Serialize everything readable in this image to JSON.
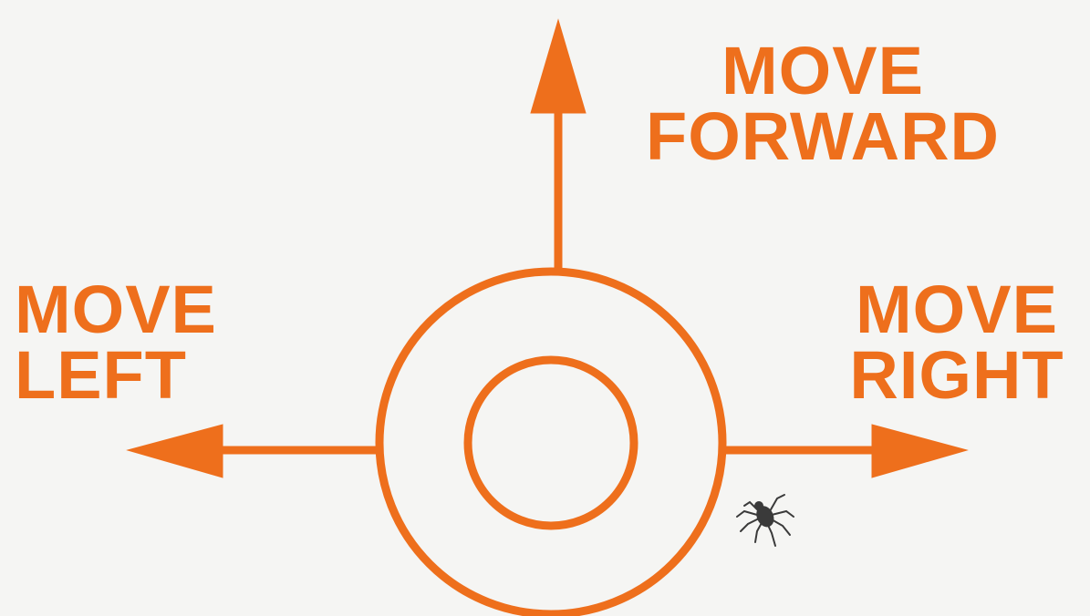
{
  "colors": {
    "accent": "#ee6f1c",
    "background": "#f5f5f3",
    "bug": "#3a3a3a"
  },
  "labels": {
    "forward": {
      "line1": "MOVE",
      "line2": "FORWARD"
    },
    "left": {
      "line1": "MOVE",
      "line2": "LEFT"
    },
    "right": {
      "line1": "MOVE",
      "line2": "RIGHT"
    }
  },
  "icons": {
    "center": "concentric-circles-icon",
    "bug": "spider-icon"
  }
}
